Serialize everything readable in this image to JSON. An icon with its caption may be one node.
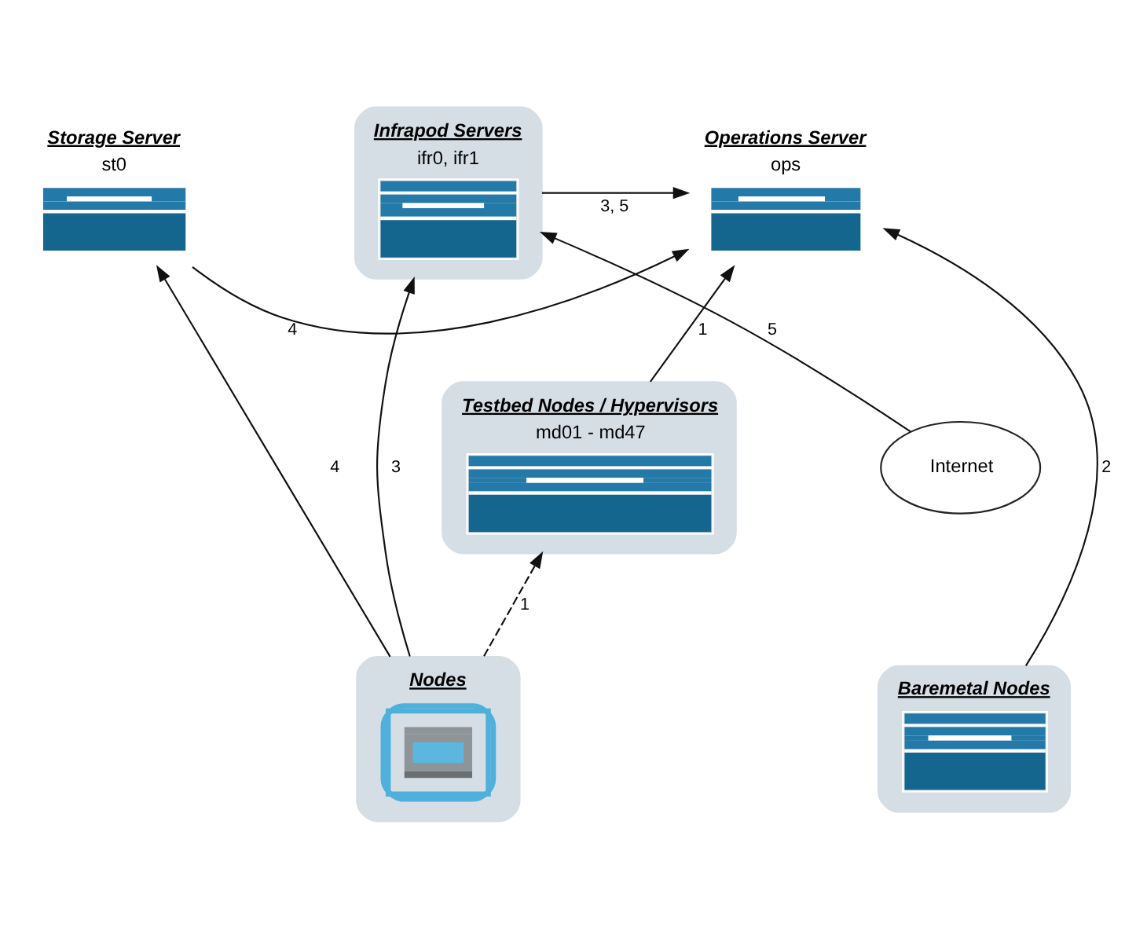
{
  "diagram": {
    "nodes": [
      {
        "text": [
          "Storage Server",
          "st0"
        ]
      },
      {
        "text": [
          "Infrapod Servers",
          "ifr0, ifr1"
        ]
      },
      {
        "text": [
          "Operations Server",
          "ops"
        ]
      },
      {
        "text": [
          "Testbed Nodes / Hypervisors",
          "md01 - md47"
        ]
      },
      {
        "text": [
          "Internet"
        ]
      },
      {
        "text": [
          "Nodes"
        ]
      },
      {
        "text": [
          "Baremetal Nodes"
        ]
      }
    ],
    "edges": [
      {
        "from": 0,
        "to": 2,
        "arrow": "to",
        "label": "4"
      },
      {
        "from": 1,
        "to": 2,
        "arrow": "to",
        "label": "3, 5"
      },
      {
        "from": 3,
        "to": 2,
        "arrow": "to",
        "label": "1"
      },
      {
        "from": 6,
        "to": 2,
        "arrow": "to",
        "label": "2"
      },
      {
        "from": 4,
        "to": 1,
        "arrow": "to",
        "label": "5"
      },
      {
        "from": 5,
        "to": 1,
        "arrow": "to",
        "label": "3"
      },
      {
        "from": 5,
        "to": 3,
        "arrow": "to",
        "label": "1",
        "style": "dashed"
      },
      {
        "from": 5,
        "to": 0,
        "arrow": "to",
        "label": "4"
      }
    ]
  }
}
